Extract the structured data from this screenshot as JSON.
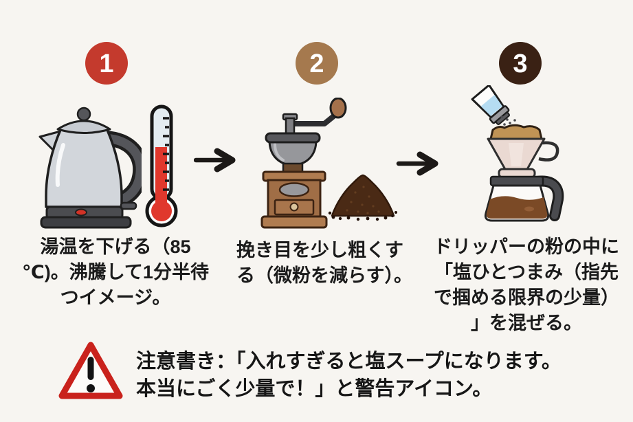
{
  "background_color": "#f7f5f1",
  "text_color": "#1b1b1b",
  "arrow_color": "#1c1917",
  "steps": [
    {
      "number": "1",
      "badge_color": "#c43a2d",
      "caption_lines": [
        "湯温を下げる（85",
        "℃)。沸騰して1分半待",
        "つイメージ。"
      ],
      "icons": [
        "electric-kettle-icon",
        "thermometer-icon"
      ]
    },
    {
      "number": "2",
      "badge_color": "#a5794e",
      "caption_lines": [
        "挽き目を少し粗くす",
        "る（微粉を減らす）。"
      ],
      "icons": [
        "coffee-grinder-icon",
        "coffee-grounds-pile-icon"
      ]
    },
    {
      "number": "3",
      "badge_color": "#3a2114",
      "caption_lines": [
        "ドリッパーの粉の中に",
        "「塩ひとつまみ（指先",
        "で掴める限界の少量）",
        "」を混ぜる。"
      ],
      "icons": [
        "salt-shaker-icon",
        "coffee-dripper-icon",
        "coffee-carafe-icon"
      ]
    }
  ],
  "warning": {
    "icon": "warning-triangle-icon",
    "color": "#c9221c",
    "lines": [
      "注意書き：「入れすぎると塩スープになります。",
      "本当にごく少量で！」と警告アイコン。"
    ]
  }
}
